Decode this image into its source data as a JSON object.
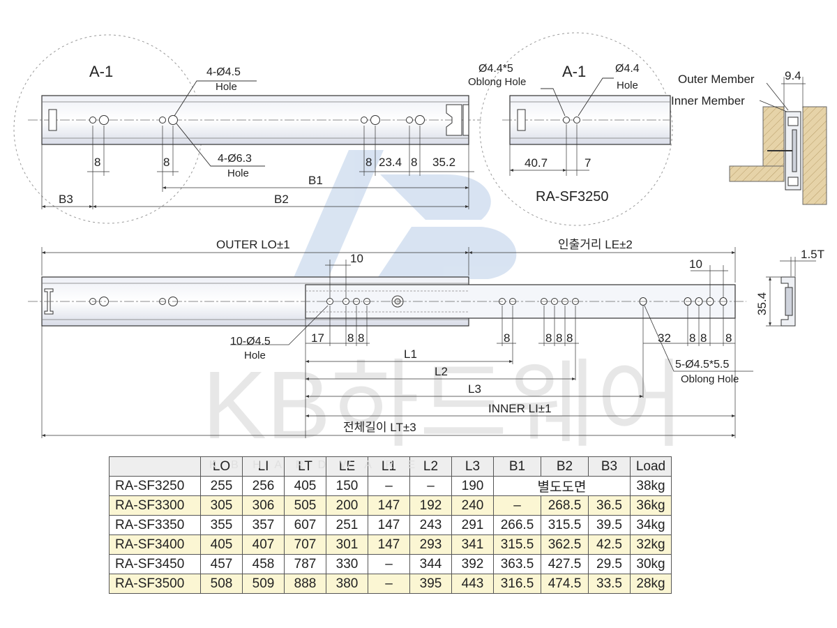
{
  "watermark": {
    "logo_text": "KB",
    "company_text": "KB하드웨어",
    "table_watermark": "K B H A R D W A R E",
    "accent_color": "#b9cde8"
  },
  "detail_left": {
    "label": "A-1",
    "hole_small": "4-Ø4.5",
    "hole_small_sub": "Hole",
    "hole_large": "4-Ø6.3",
    "hole_large_sub": "Hole"
  },
  "detail_right": {
    "label": "A-1",
    "oblong": "Ø4.4*5",
    "oblong_sub": "Oblong Hole",
    "round": "Ø4.4",
    "round_sub": "Hole",
    "dim_a": "40.7",
    "dim_b": "7",
    "model": "RA-SF3250"
  },
  "top_view": {
    "dim_8a": "8",
    "dim_8b": "8",
    "dim_8c": "8",
    "dim_23": "23.4",
    "dim_8d": "8",
    "dim_35": "35.2",
    "b1": "B1",
    "b2": "B2",
    "b3": "B3"
  },
  "section_top": {
    "outer_label": "Outer Member",
    "inner_label": "Inner Member",
    "dim": "9.4"
  },
  "main_view": {
    "outer": "OUTER LO±1",
    "extension": "인출거리 LE±2",
    "dim_10a": "10",
    "dim_10b": "10",
    "holes_left": "10-Ø4.5",
    "holes_left_sub": "Hole",
    "dim_17": "17",
    "dim_8_1": "8",
    "dim_8_2": "8",
    "dim_8_3": "8",
    "dim_8_4": "8",
    "dim_8_5": "8",
    "dim_8_6": "8",
    "dim_32": "32",
    "dim_8_7": "8",
    "dim_8_8": "8",
    "dim_8_9": "8",
    "holes_right": "5-Ø4.5*5.5",
    "holes_right_sub": "Oblong Hole",
    "l1": "L1",
    "l2": "L2",
    "l3": "L3",
    "inner": "INNER LI±1",
    "total": "전체길이 LT±3"
  },
  "section_side": {
    "thickness": "1.5T",
    "height": "35.4"
  },
  "spec_table": {
    "headers": [
      "",
      "LO",
      "LI",
      "LT",
      "LE",
      "L1",
      "L2",
      "L3",
      "B1",
      "B2",
      "B3",
      "Load"
    ],
    "rows": [
      {
        "model": "RA-SF3250",
        "lo": "255",
        "li": "256",
        "lt": "405",
        "le": "150",
        "l1": "–",
        "l2": "–",
        "l3": "190",
        "b_merged": "별도도면",
        "load": "38kg"
      },
      {
        "model": "RA-SF3300",
        "lo": "305",
        "li": "306",
        "lt": "505",
        "le": "200",
        "l1": "147",
        "l2": "192",
        "l3": "240",
        "b1": "–",
        "b2": "268.5",
        "b3": "36.5",
        "load": "36kg"
      },
      {
        "model": "RA-SF3350",
        "lo": "355",
        "li": "357",
        "lt": "607",
        "le": "251",
        "l1": "147",
        "l2": "243",
        "l3": "291",
        "b1": "266.5",
        "b2": "315.5",
        "b3": "39.5",
        "load": "34kg"
      },
      {
        "model": "RA-SF3400",
        "lo": "405",
        "li": "407",
        "lt": "707",
        "le": "301",
        "l1": "147",
        "l2": "293",
        "l3": "341",
        "b1": "315.5",
        "b2": "362.5",
        "b3": "42.5",
        "load": "32kg"
      },
      {
        "model": "RA-SF3450",
        "lo": "457",
        "li": "458",
        "lt": "787",
        "le": "330",
        "l1": "–",
        "l2": "344",
        "l3": "392",
        "b1": "363.5",
        "b2": "427.5",
        "b3": "29.5",
        "load": "30kg"
      },
      {
        "model": "RA-SF3500",
        "lo": "508",
        "li": "509",
        "lt": "888",
        "le": "380",
        "l1": "–",
        "l2": "395",
        "l3": "443",
        "b1": "316.5",
        "b2": "474.5",
        "b3": "33.5",
        "load": "28kg"
      }
    ]
  }
}
